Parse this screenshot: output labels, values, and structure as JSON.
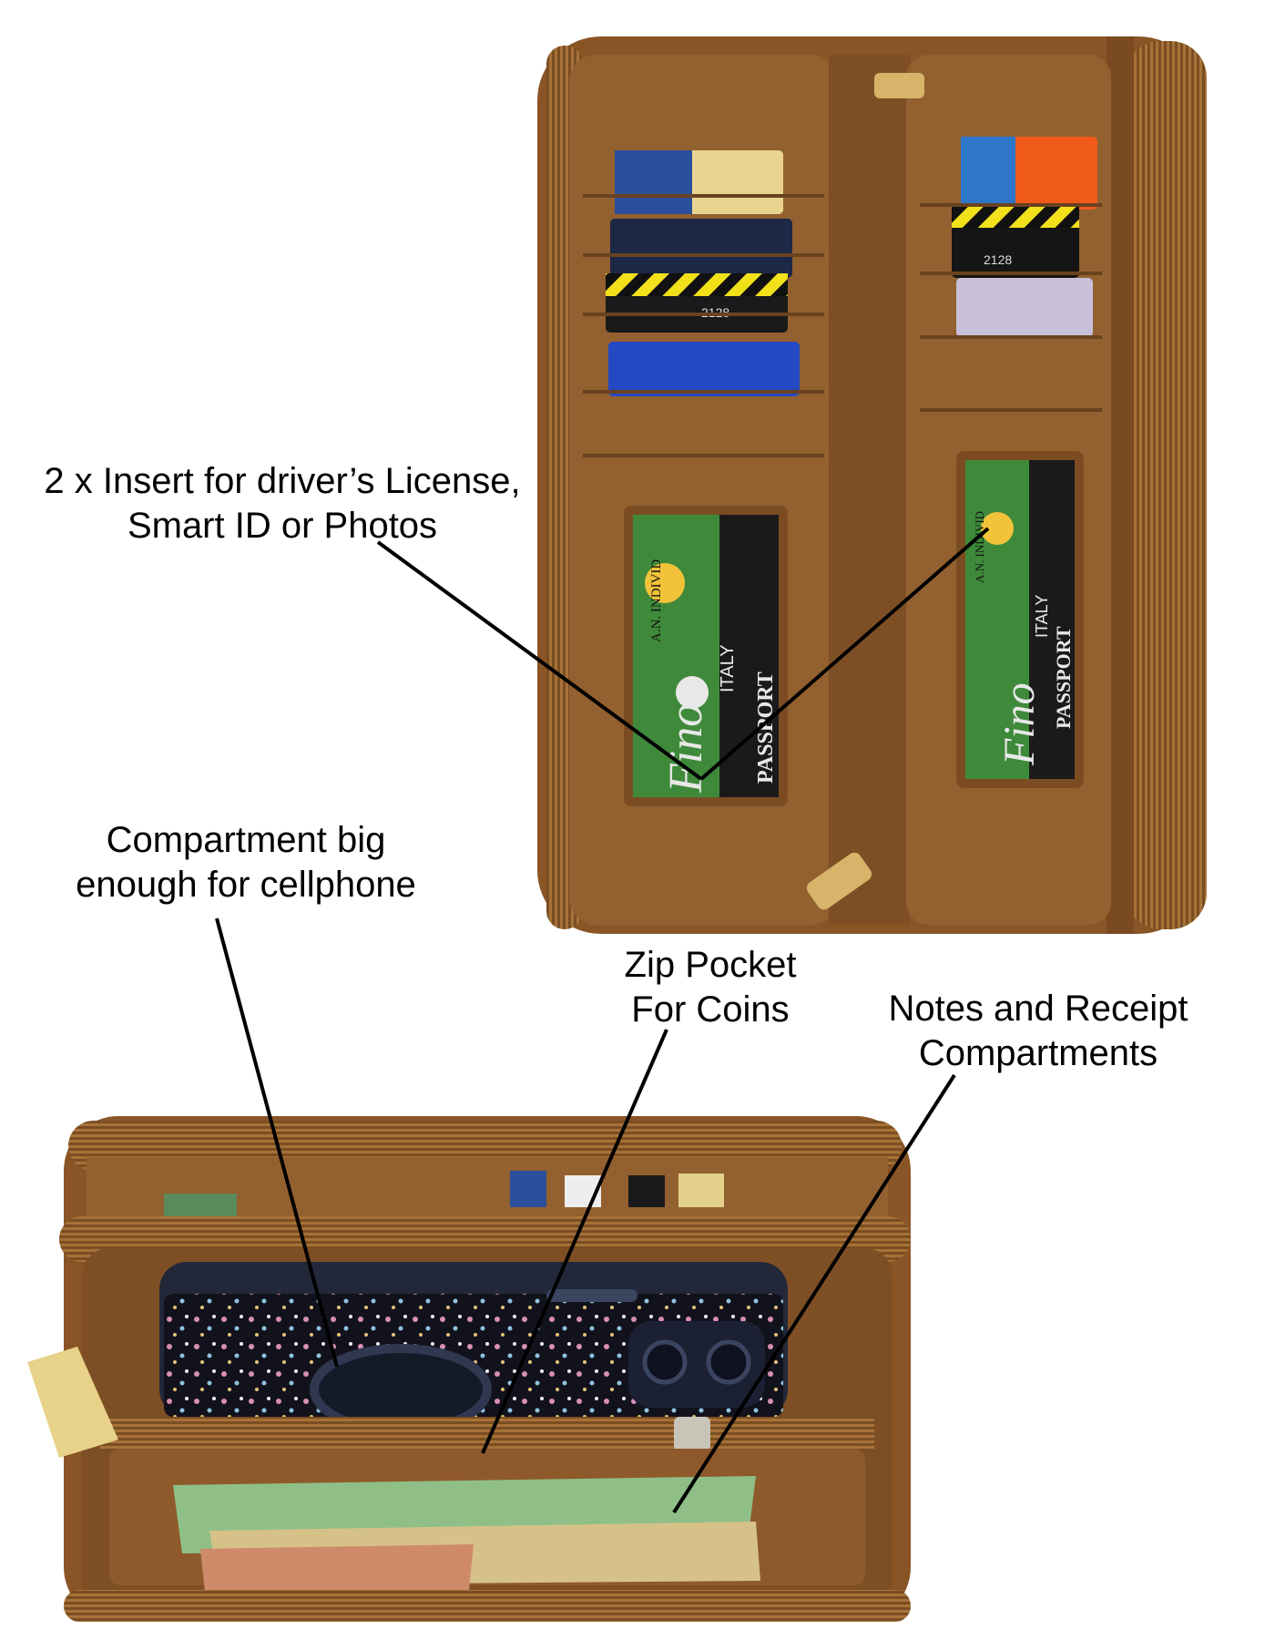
{
  "annotations": {
    "license_insert": {
      "lines": [
        "2 x Insert for driver’s License,",
        "Smart ID or Photos"
      ]
    },
    "cellphone_compartment": {
      "lines": [
        "Compartment big",
        "enough for cellphone"
      ]
    },
    "coin_pocket": {
      "lines": [
        "Zip Pocket",
        "For Coins"
      ]
    },
    "notes_compartments": {
      "lines": [
        "Notes and Receipt",
        "Compartments"
      ]
    }
  },
  "card_text": {
    "brand": "Fino",
    "country": "ITALY",
    "product": "PASSPORT",
    "maker": "A.N. INDIVID",
    "card_number": "2128"
  },
  "colors": {
    "wallet_brown": "#9a6430",
    "wallet_dark": "#7a4a20",
    "lining": "#8e5a2b",
    "zipper": "#a77238",
    "callout_line": "#000000",
    "background": "#ffffff"
  }
}
